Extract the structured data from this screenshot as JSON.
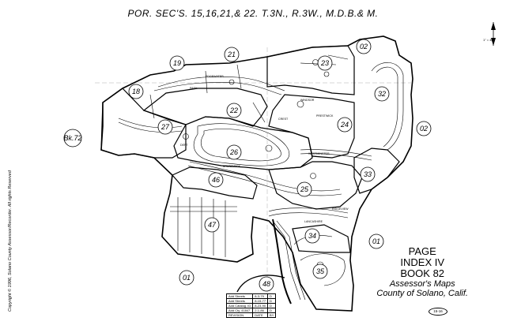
{
  "header": {
    "title": "POR. SEC'S. 15,16,21,& 22.  T.3N., R.3W., M.D.B.& M."
  },
  "copyright": "Copyright © 1996,  Solano County Assessor/Recorder. All rights Reserved",
  "index": {
    "line1": "PAGE",
    "line2": "INDEX IV",
    "line3": "BOOK  82",
    "line4": "Assessor's Maps",
    "line5": "County of Solano, Calif."
  },
  "scale": "1\" = 400'",
  "page_number": "15-16",
  "parcels": {
    "p19": "19",
    "p21": "21",
    "p02a": "02",
    "p23": "23",
    "p18": "18",
    "p32": "32",
    "p22": "22",
    "p27": "27",
    "p24": "24",
    "p02b": "02",
    "bk": "Bk.72",
    "p26": "26",
    "p46": "46",
    "p33": "33",
    "p25": "25",
    "p47": "47",
    "p34": "34",
    "p01a": "01",
    "p35": "35",
    "p01b": "01",
    "p48": "48"
  },
  "streets": {
    "s1": "EDGEWATER",
    "s2": "PARK",
    "s3": "WINDSOR",
    "s4": "DEPT",
    "s5": "BRUNSWICK",
    "s6": "WESTMINSTER",
    "s7": "LANCASHIRE",
    "s8": "PRESTWICK",
    "s9": "CREST",
    "s10": "RIDGEVIEW"
  },
  "revisions": [
    {
      "label": "Add Streets",
      "date": "8-3-79",
      "by": "D"
    },
    {
      "label": "Add Streets",
      "date": "8-15-77",
      "by": "D"
    },
    {
      "label": "Add Catalog. ID",
      "date": "8-23-90",
      "by": "D"
    },
    {
      "label": "Add Cty. 41847",
      "date": "2-1-86",
      "by": "D"
    },
    {
      "label": "REVISION",
      "date": "DATE",
      "by": "BY"
    }
  ]
}
